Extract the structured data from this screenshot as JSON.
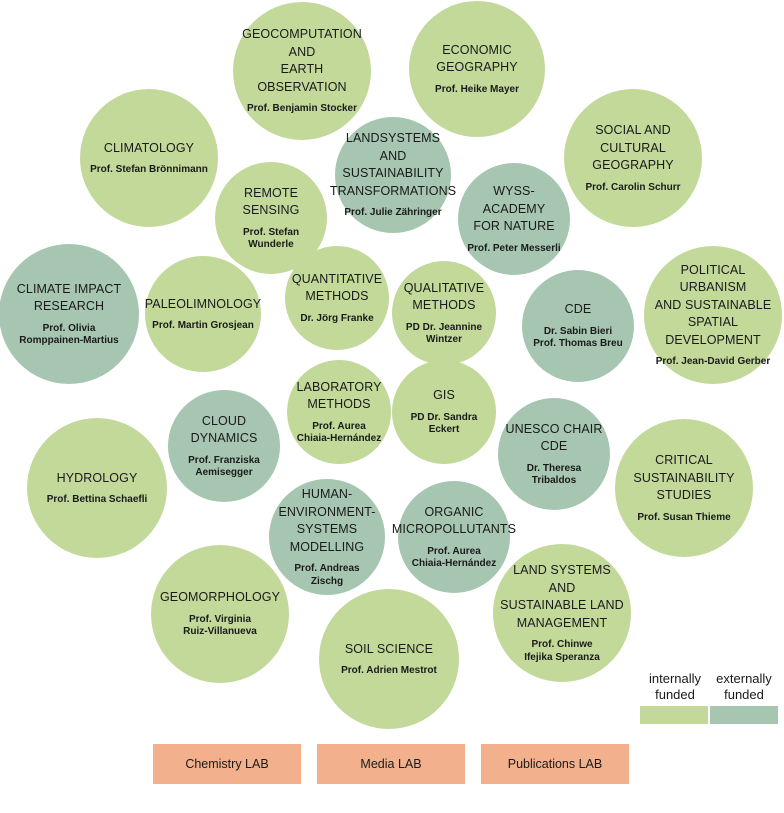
{
  "colors": {
    "internal": "#c2d99a",
    "external": "#a6c6b1",
    "lab": "#f2b18c"
  },
  "units": [
    {
      "name": "GEOCOMPUTATION\nAND\nEARTH OBSERVATION",
      "prof": "Prof. Benjamin Stocker",
      "funding": "internal"
    },
    {
      "name": "ECONOMIC\nGEOGRAPHY",
      "prof": "Prof. Heike Mayer",
      "funding": "internal"
    },
    {
      "name": "CLIMATOLOGY",
      "prof": "Prof. Stefan Brönnimann",
      "funding": "internal"
    },
    {
      "name": "LANDSYSTEMS\nAND SUSTAINABILITY\nTRANSFORMATIONS",
      "prof": "Prof. Julie Zähringer",
      "funding": "external"
    },
    {
      "name": "SOCIAL AND\nCULTURAL\nGEOGRAPHY",
      "prof": "Prof. Carolin Schurr",
      "funding": "internal"
    },
    {
      "name": "REMOTE SENSING",
      "prof": "Prof. Stefan Wunderle",
      "funding": "internal"
    },
    {
      "name": "WYSS-ACADEMY\nFOR NATURE",
      "prof": "Prof. Peter Messerli",
      "funding": "external"
    },
    {
      "name": "CLIMATE IMPACT\nRESEARCH",
      "prof": "Prof. Olivia\nRomppainen-Martius",
      "funding": "external"
    },
    {
      "name": "PALEOLIMNOLOGY",
      "prof": "Prof. Martin Grosjean",
      "funding": "internal"
    },
    {
      "name": "QUANTITATIVE\nMETHODS",
      "prof": "Dr. Jörg Franke",
      "funding": "internal"
    },
    {
      "name": "QUALITATIVE\nMETHODS",
      "prof": "PD Dr. Jeannine\nWintzer",
      "funding": "internal"
    },
    {
      "name": "CDE",
      "prof": "Dr. Sabin Bieri\nProf. Thomas Breu",
      "funding": "external"
    },
    {
      "name": "POLITICAL URBANISM\nAND SUSTAINABLE\nSPATIAL DEVELOPMENT",
      "prof": "Prof. Jean-David Gerber",
      "funding": "internal"
    },
    {
      "name": "LABORATORY\nMETHODS",
      "prof": "Prof. Aurea\nChiaia-Hernández",
      "funding": "internal"
    },
    {
      "name": "GIS",
      "prof": "PD Dr. Sandra Eckert",
      "funding": "internal"
    },
    {
      "name": "CLOUD DYNAMICS",
      "prof": "Prof. Franziska\nAemisegger",
      "funding": "external"
    },
    {
      "name": "UNESCO CHAIR\nCDE",
      "prof": "Dr. Theresa Tribaldos",
      "funding": "external"
    },
    {
      "name": "HYDROLOGY",
      "prof": "Prof. Bettina Schaefli",
      "funding": "internal"
    },
    {
      "name": "CRITICAL\nSUSTAINABILITY\nSTUDIES",
      "prof": "Prof. Susan Thieme",
      "funding": "internal"
    },
    {
      "name": "HUMAN-\nENVIRONMENT-\nSYSTEMS\nMODELLING",
      "prof": "Prof. Andreas\nZischg",
      "funding": "external"
    },
    {
      "name": "ORGANIC\nMICROPOLLUTANTS",
      "prof": "Prof. Aurea\nChiaia-Hernández",
      "funding": "external"
    },
    {
      "name": "GEOMORPHOLOGY",
      "prof": "Prof. Virginia\nRuiz-Villanueva",
      "funding": "internal"
    },
    {
      "name": "LAND SYSTEMS AND\nSUSTAINABLE LAND\nMANAGEMENT",
      "prof": "Prof. Chinwe\nIfejika Speranza",
      "funding": "internal"
    },
    {
      "name": "SOIL SCIENCE",
      "prof": "Prof. Adrien Mestrot",
      "funding": "internal"
    }
  ],
  "legend": {
    "internal_label": "internally\nfunded",
    "external_label": "externally\nfunded"
  },
  "labs": [
    "Chemistry LAB",
    "Media LAB",
    "Publications LAB"
  ]
}
